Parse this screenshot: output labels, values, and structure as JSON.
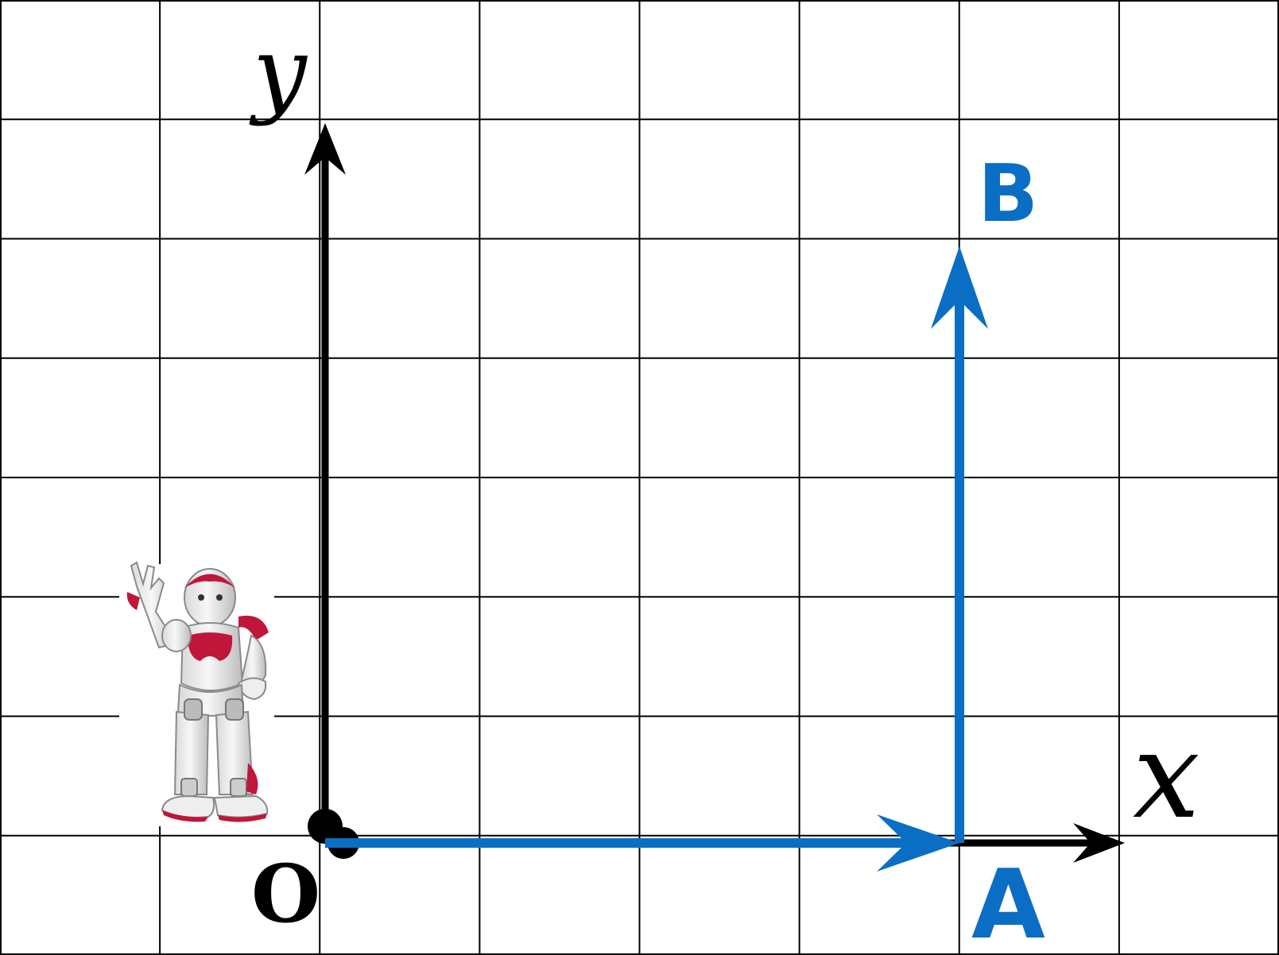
{
  "axes": {
    "x_label": "x",
    "y_label": "y",
    "origin_label": "O",
    "axis_color": "#000000"
  },
  "points": {
    "A_label": "A",
    "B_label": "B"
  },
  "grid": {
    "columns": 8,
    "rows": 8,
    "line_color": "#000000"
  },
  "path": {
    "color": "#0a6fc4",
    "from": [
      0,
      0
    ],
    "to_A": [
      4,
      0
    ],
    "to_B": [
      4,
      5
    ]
  },
  "robot": {
    "icon": "humanoid-robot-icon",
    "accent_color": "#c0163a"
  }
}
